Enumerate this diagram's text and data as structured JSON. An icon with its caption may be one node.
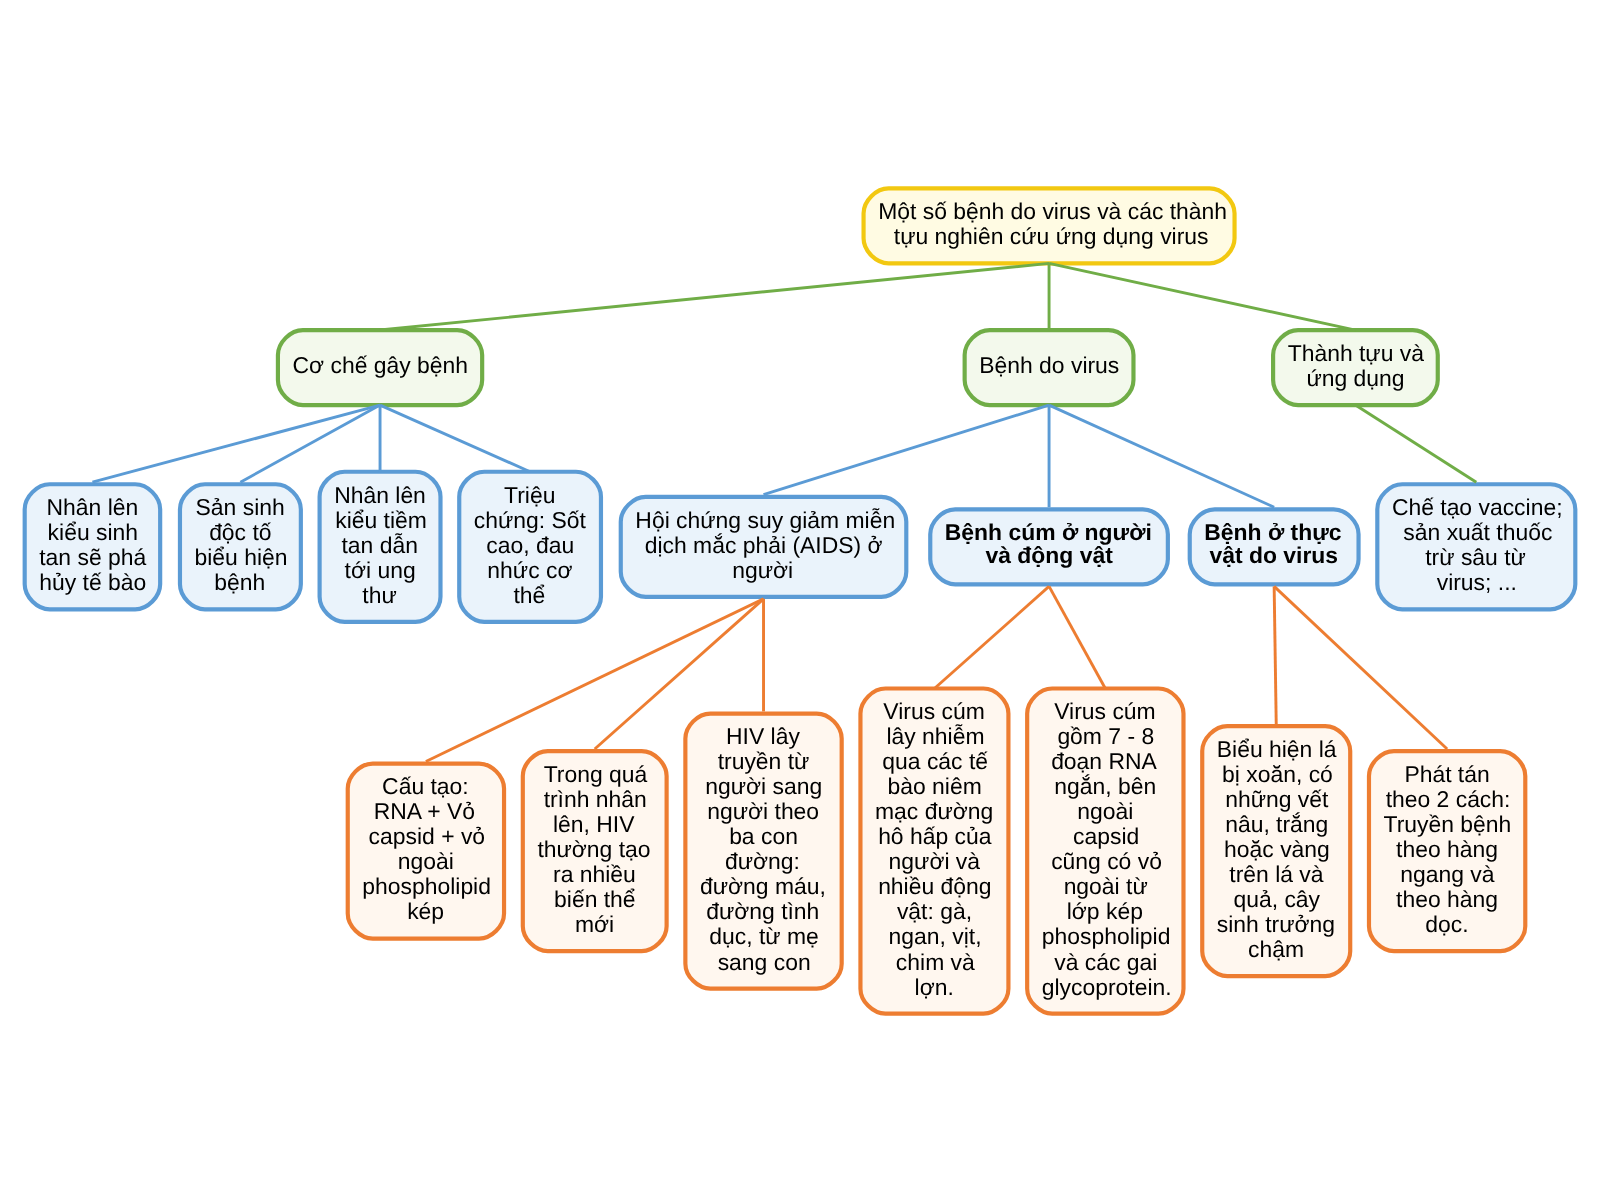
{
  "diagram": {
    "nodes": [
      {
        "text": [
          "Một số bệnh do virus và các thành tựu nghiên cứu ứng dụng virus"
        ]
      },
      {
        "text": [
          "Cơ chế gây bệnh"
        ]
      },
      {
        "text": [
          "Bệnh do virus"
        ]
      },
      {
        "text": [
          "Thành tựu và ứng dụng"
        ]
      },
      {
        "text": [
          "Nhân lên kiểu sinh tan sẽ phá hủy tế bào"
        ]
      },
      {
        "text": [
          "Sản sinh độc tố biểu hiện bệnh"
        ]
      },
      {
        "text": [
          "Nhân lên kiểu tiềm tan dẫn tới ung thư"
        ]
      },
      {
        "text": [
          "Triệu chứng: Sốt cao, đau nhức cơ thể"
        ]
      },
      {
        "text": [
          "Hội chứng suy giảm miễn dịch mắc phải (AIDS) ở người"
        ]
      },
      {
        "text": [
          "Bệnh cúm ở người và động vật"
        ]
      },
      {
        "text": [
          "Bệnh ở thực vật do virus"
        ]
      },
      {
        "text": [
          "Cấu tạo: RNA + Vỏ capsid + vỏ ngoài phospholipid kép"
        ]
      },
      {
        "text": [
          "Trong quá trình nhân lên, HIV thường tạo ra nhiều biến thể mới"
        ]
      },
      {
        "text": [
          "HIV lây truyền từ người sang người theo ba con đường: đường máu, đường tình dục, từ mẹ sang con"
        ]
      },
      {
        "text": [
          "Virus cúm lây nhiễm qua các tế bào niêm mạc đường hô hấp của người và nhiều động vật: gà, ngan, vịt, chim và lợn."
        ]
      },
      {
        "text": [
          "Virus cúm gồm 7 - 8 đoạn RNA ngắn, bên ngoài capsid cũng có vỏ ngoài từ lớp kép phospholipid và các gai glycoprotein."
        ]
      },
      {
        "text": [
          "Biểu hiện lá bị xoăn, có những vết nâu, trắng hoặc vàng trên lá và quả, cây sinh trưởng chậm"
        ]
      },
      {
        "text": [
          "Phát tán theo 2 cách: Truyền bệnh theo hàng ngang và theo hàng dọc."
        ]
      },
      {
        "text": [
          "Chế tạo vaccine; sản xuất thuốc trừ sâu từ virus; ..."
        ]
      }
    ],
    "edges": [
      {
        "from": 0,
        "to": 1,
        "arrow": "none",
        "color": "#70ad47"
      },
      {
        "from": 0,
        "to": 2,
        "arrow": "none",
        "color": "#70ad47"
      },
      {
        "from": 0,
        "to": 3,
        "arrow": "none",
        "color": "#70ad47"
      },
      {
        "from": 1,
        "to": 4,
        "arrow": "none"
      },
      {
        "from": 1,
        "to": 5,
        "arrow": "none"
      },
      {
        "from": 1,
        "to": 6,
        "arrow": "none"
      },
      {
        "from": 1,
        "to": 7,
        "arrow": "none"
      },
      {
        "from": 2,
        "to": 8,
        "arrow": "none"
      },
      {
        "from": 2,
        "to": 9,
        "arrow": "none"
      },
      {
        "from": 2,
        "to": 10,
        "arrow": "none"
      },
      {
        "from": 8,
        "to": 11,
        "arrow": "none",
        "color": "#ed7d31"
      },
      {
        "from": 8,
        "to": 12,
        "arrow": "none",
        "color": "#ed7d31"
      },
      {
        "from": 8,
        "to": 13,
        "arrow": "none",
        "color": "#ed7d31"
      },
      {
        "from": 9,
        "to": 14,
        "arrow": "none",
        "color": "#ed7d31"
      },
      {
        "from": 9,
        "to": 15,
        "arrow": "none",
        "color": "#ed7d31"
      },
      {
        "from": 10,
        "to": 16,
        "arrow": "none",
        "color": "#ed7d31"
      },
      {
        "from": 10,
        "to": 17,
        "arrow": "none",
        "color": "#ed7d31"
      },
      {
        "from": 3,
        "to": 18,
        "arrow": "none",
        "color": "#70ad47"
      }
    ]
  }
}
